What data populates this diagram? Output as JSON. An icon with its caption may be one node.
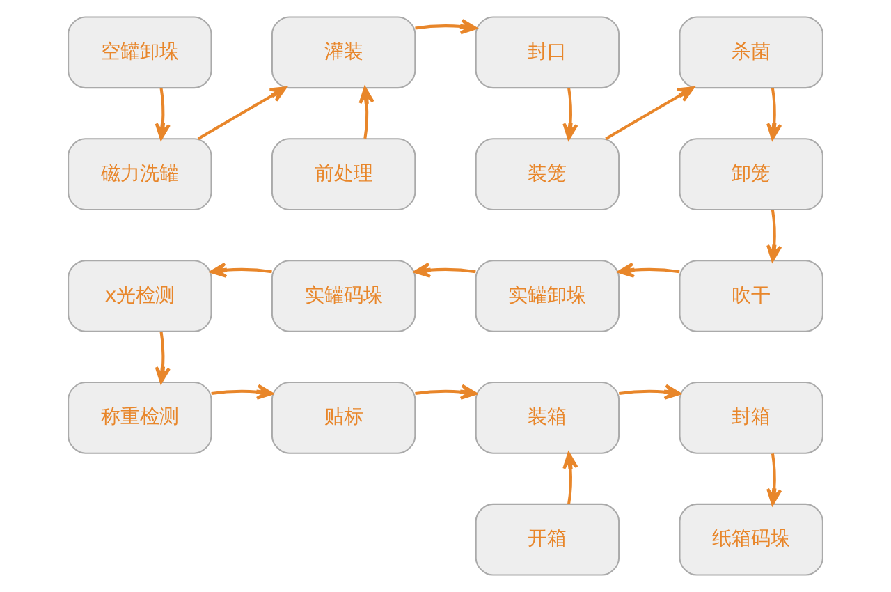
{
  "diagram": {
    "nodes": [
      {
        "text": [
          "空罐卸垛"
        ]
      },
      {
        "text": [
          "灌装"
        ]
      },
      {
        "text": [
          "封口"
        ]
      },
      {
        "text": [
          "杀菌"
        ]
      },
      {
        "text": [
          "磁力洗罐"
        ]
      },
      {
        "text": [
          "前处理"
        ]
      },
      {
        "text": [
          "装笼"
        ]
      },
      {
        "text": [
          "卸笼"
        ]
      },
      {
        "text": [
          "x光检测"
        ]
      },
      {
        "text": [
          "实罐码垛"
        ]
      },
      {
        "text": [
          "实罐卸垛"
        ]
      },
      {
        "text": [
          "吹干"
        ]
      },
      {
        "text": [
          "称重检测"
        ]
      },
      {
        "text": [
          "贴标"
        ]
      },
      {
        "text": [
          "装箱"
        ]
      },
      {
        "text": [
          "封箱"
        ]
      },
      {
        "text": [
          "开箱"
        ]
      },
      {
        "text": [
          "纸箱码垛"
        ]
      }
    ],
    "edges": [
      {
        "from": 0,
        "to": 4,
        "arrow": "to"
      },
      {
        "from": 4,
        "to": 1,
        "arrow": "to"
      },
      {
        "from": 5,
        "to": 1,
        "arrow": "to"
      },
      {
        "from": 1,
        "to": 2,
        "arrow": "to"
      },
      {
        "from": 2,
        "to": 6,
        "arrow": "to"
      },
      {
        "from": 6,
        "to": 3,
        "arrow": "to"
      },
      {
        "from": 3,
        "to": 7,
        "arrow": "to"
      },
      {
        "from": 7,
        "to": 11,
        "arrow": "to"
      },
      {
        "from": 11,
        "to": 10,
        "arrow": "to"
      },
      {
        "from": 10,
        "to": 9,
        "arrow": "to"
      },
      {
        "from": 9,
        "to": 8,
        "arrow": "to"
      },
      {
        "from": 8,
        "to": 12,
        "arrow": "to"
      },
      {
        "from": 12,
        "to": 13,
        "arrow": "to"
      },
      {
        "from": 13,
        "to": 14,
        "arrow": "to"
      },
      {
        "from": 14,
        "to": 15,
        "arrow": "to"
      },
      {
        "from": 16,
        "to": 14,
        "arrow": "to"
      },
      {
        "from": 15,
        "to": 17,
        "arrow": "to"
      }
    ]
  }
}
